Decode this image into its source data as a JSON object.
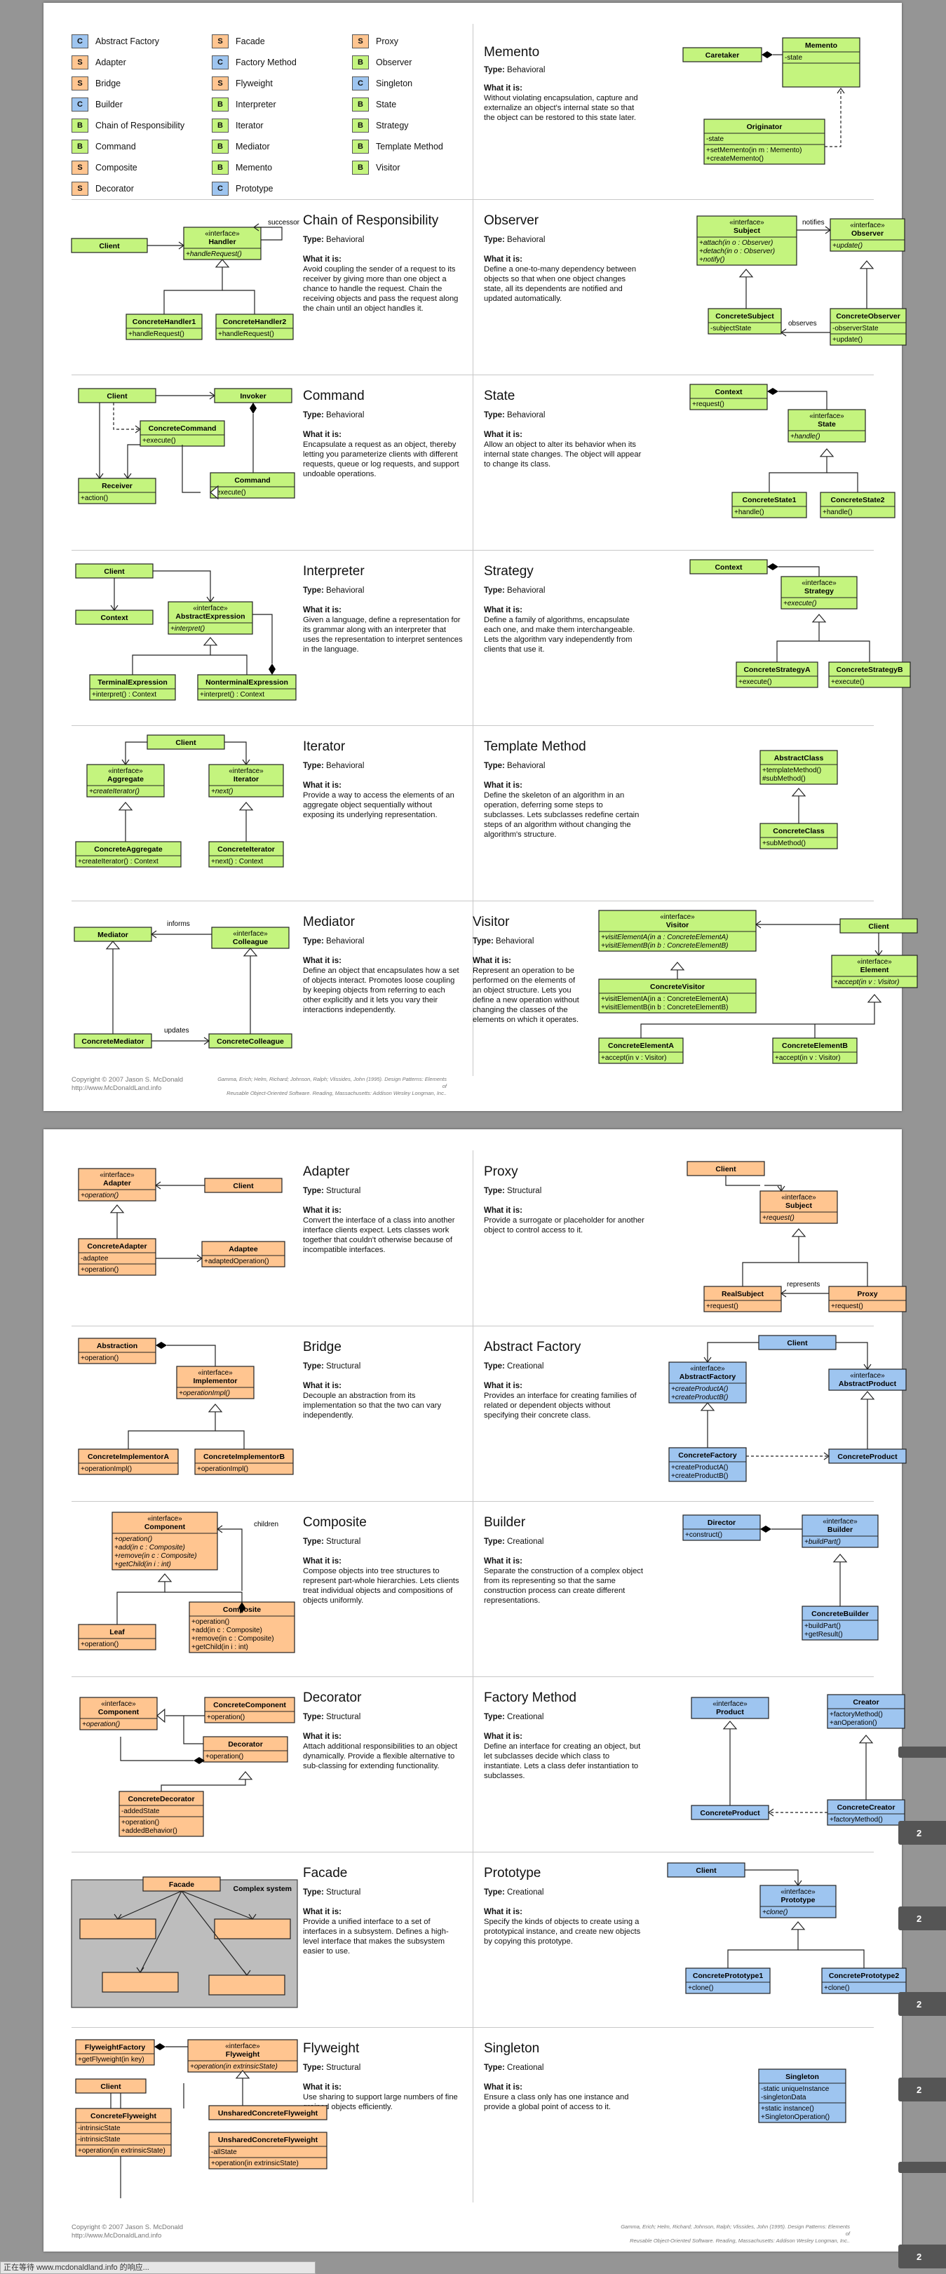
{
  "colors": {
    "creational": "#9ec5f0",
    "structural": "#ffc590",
    "behavioral": "#c4f47e"
  },
  "legend": [
    {
      "badge": "C",
      "label": "Abstract Factory"
    },
    {
      "badge": "S",
      "label": "Adapter"
    },
    {
      "badge": "S",
      "label": "Bridge"
    },
    {
      "badge": "C",
      "label": "Builder"
    },
    {
      "badge": "B",
      "label": "Chain of Responsibility"
    },
    {
      "badge": "B",
      "label": "Command"
    },
    {
      "badge": "S",
      "label": "Composite"
    },
    {
      "badge": "S",
      "label": "Decorator"
    },
    {
      "badge": "S",
      "label": "Facade"
    },
    {
      "badge": "C",
      "label": "Factory Method"
    },
    {
      "badge": "S",
      "label": "Flyweight"
    },
    {
      "badge": "B",
      "label": "Interpreter"
    },
    {
      "badge": "B",
      "label": "Iterator"
    },
    {
      "badge": "B",
      "label": "Mediator"
    },
    {
      "badge": "B",
      "label": "Memento"
    },
    {
      "badge": "C",
      "label": "Prototype"
    },
    {
      "badge": "S",
      "label": "Proxy"
    },
    {
      "badge": "B",
      "label": "Observer"
    },
    {
      "badge": "C",
      "label": "Singleton"
    },
    {
      "badge": "B",
      "label": "State"
    },
    {
      "badge": "B",
      "label": "Strategy"
    },
    {
      "badge": "B",
      "label": "Template Method"
    },
    {
      "badge": "B",
      "label": "Visitor"
    }
  ],
  "labels": {
    "type_prefix": "Type:",
    "what": "What it is:"
  },
  "patterns": [
    {
      "name": "Memento",
      "type": "Behavioral",
      "desc": "Without violating encapsulation, capture and externalize an object's internal state so that the object can be restored to this state later."
    },
    {
      "name": "Chain of Responsibility",
      "type": "Behavioral",
      "desc": "Avoid coupling the sender of a request to its receiver by giving more than one object a chance to handle the request. Chain the receiving objects and pass the request along the chain until an object handles it."
    },
    {
      "name": "Observer",
      "type": "Behavioral",
      "desc": "Define a one-to-many dependency between objects so that when one object changes state, all its dependents are notified and updated automatically."
    },
    {
      "name": "Command",
      "type": "Behavioral",
      "desc": "Encapsulate a request as an object, thereby letting you parameterize clients with different requests, queue or log requests, and support undoable operations."
    },
    {
      "name": "State",
      "type": "Behavioral",
      "desc": "Allow an object to alter its behavior when its internal state changes. The object will appear to change its class."
    },
    {
      "name": "Interpreter",
      "type": "Behavioral",
      "desc": "Given a language, define a representation for its grammar along with an interpreter that uses the representation to interpret sentences in the language."
    },
    {
      "name": "Strategy",
      "type": "Behavioral",
      "desc": "Define a family of algorithms, encapsulate each one, and make them interchangeable. Lets the algorithm vary independently from clients that use it."
    },
    {
      "name": "Iterator",
      "type": "Behavioral",
      "desc": "Provide a way to access the elements of an aggregate object sequentially without exposing its underlying representation."
    },
    {
      "name": "Template Method",
      "type": "Behavioral",
      "desc": "Define the skeleton of an algorithm in an operation, deferring some steps to subclasses. Lets subclasses redefine certain steps of an algorithm without changing the algorithm's structure."
    },
    {
      "name": "Mediator",
      "type": "Behavioral",
      "desc": "Define an object that encapsulates how a set of objects interact. Promotes loose coupling by keeping objects from referring to each other explicitly and it lets you vary their interactions independently."
    },
    {
      "name": "Visitor",
      "type": "Behavioral",
      "desc": "Represent an operation to be performed on the elements of an object structure. Lets you define a new operation without changing the classes of the elements on which it operates."
    },
    {
      "name": "Adapter",
      "type": "Structural",
      "desc": "Convert the interface of a class into another interface clients expect. Lets classes work together that couldn't otherwise because of incompatible interfaces."
    },
    {
      "name": "Proxy",
      "type": "Structural",
      "desc": "Provide a surrogate or placeholder for another object to control access to it."
    },
    {
      "name": "Bridge",
      "type": "Structural",
      "desc": "Decouple an abstraction from its implementation so that the two can vary independently."
    },
    {
      "name": "Abstract Factory",
      "type": "Creational",
      "desc": "Provides an interface for creating families of related or dependent objects without specifying their concrete class."
    },
    {
      "name": "Composite",
      "type": "Structural",
      "desc": "Compose objects into tree structures to represent part-whole hierarchies. Lets clients treat individual objects and compositions of objects uniformly."
    },
    {
      "name": "Builder",
      "type": "Creational",
      "desc": "Separate the construction of a complex object from its representing so that the same construction process can create different representations."
    },
    {
      "name": "Decorator",
      "type": "Structural",
      "desc": "Attach additional responsibilities to an object dynamically. Provide a flexible alternative to sub-classing for extending functionality."
    },
    {
      "name": "Factory Method",
      "type": "Creational",
      "desc": "Define an interface for creating an object, but let subclasses decide which class to instantiate. Lets a class defer instantiation to subclasses."
    },
    {
      "name": "Facade",
      "type": "Structural",
      "desc": "Provide a unified interface to a set of interfaces in a subsystem. Defines a high-level interface that makes the subsystem easier to use."
    },
    {
      "name": "Prototype",
      "type": "Creational",
      "desc": "Specify the kinds of objects to create using a prototypical instance, and create new objects by copying this prototype."
    },
    {
      "name": "Flyweight",
      "type": "Structural",
      "desc": "Use sharing to support large numbers of fine grained objects efficiently."
    },
    {
      "name": "Singleton",
      "type": "Creational",
      "desc": "Ensure a class only has one instance and provide a global point of access to it."
    }
  ],
  "uml": {
    "interface": "«interface»",
    "Memento": {
      "caretaker": "Caretaker",
      "memento": "Memento",
      "memento_attr": "-state",
      "originator": "Originator",
      "orig_attr": "-state",
      "orig_op1": "+setMemento(in m : Memento)",
      "orig_op2": "+createMemento()"
    },
    "Chain": {
      "client": "Client",
      "handler": "Handler",
      "handler_op": "+handleRequest()",
      "successor": "successor",
      "c1": "ConcreteHandler1",
      "c2": "ConcreteHandler2",
      "cop": "+handleRequest()"
    },
    "Observer": {
      "subject": "Subject",
      "s1": "+attach(in o : Observer)",
      "s2": "+detach(in o : Observer)",
      "s3": "+notify()",
      "notifies": "notifies",
      "observer": "Observer",
      "oop": "+update()",
      "csubject": "ConcreteSubject",
      "cs_attr": "-subjectState",
      "observes": "observes",
      "cobserver": "ConcreteObserver",
      "co_attr": "-observerState",
      "co_op": "+update()"
    },
    "Command": {
      "client": "Client",
      "invoker": "Invoker",
      "ccommand": "ConcreteCommand",
      "cc_op": "+execute()",
      "receiver": "Receiver",
      "r_op": "+action()",
      "command": "Command",
      "c_op": "+execute()"
    },
    "State": {
      "context": "Context",
      "ctx_op": "+request()",
      "state": "State",
      "s_op": "+handle()",
      "c1": "ConcreteState1",
      "c2": "ConcreteState2",
      "cop": "+handle()"
    },
    "Interpreter": {
      "client": "Client",
      "context": "Context",
      "abstract": "AbstractExpression",
      "a_op": "+interpret()",
      "terminal": "TerminalExpression",
      "t_op": "+interpret() : Context",
      "nonterminal": "NonterminalExpression",
      "n_op": "+interpret() : Context"
    },
    "Strategy": {
      "context": "Context",
      "strategy": "Strategy",
      "s_op": "+execute()",
      "a": "ConcreteStrategyA",
      "b": "ConcreteStrategyB",
      "cop": "+execute()"
    },
    "Iterator": {
      "client": "Client",
      "aggregate": "Aggregate",
      "ag_op": "+createIterator()",
      "iterator": "Iterator",
      "it_op": "+next()",
      "cagg": "ConcreteAggregate",
      "cagg_op": "+createIterator() : Context",
      "cit": "ConcreteIterator",
      "cit_op": "+next() : Context"
    },
    "Template": {
      "abstract": "AbstractClass",
      "a1": "+templateMethod()",
      "a2": "#subMethod()",
      "concrete": "ConcreteClass",
      "c_op": "+subMethod()"
    },
    "Mediator": {
      "mediator": "Mediator",
      "informs": "informs",
      "colleague": "Colleague",
      "cmed": "ConcreteMediator",
      "updates": "updates",
      "ccol": "ConcreteColleague"
    },
    "Visitor": {
      "visitor": "Visitor",
      "v1": "+visitElementA(in a : ConcreteElementA)",
      "v2": "+visitElementB(in b : ConcreteElementB)",
      "client": "Client",
      "cvisitor": "ConcreteVisitor",
      "cv1": "+visitElementA(in a : ConcreteElementA)",
      "cv2": "+visitElementB(in b : ConcreteElementB)",
      "element": "Element",
      "e_op": "+accept(in v : Visitor)",
      "ea": "ConcreteElementA",
      "eb": "ConcreteElementB",
      "ea_op": "+accept(in v : Visitor)",
      "eb_op": "+accept(in v : Visitor)"
    },
    "Adapter": {
      "adapter": "Adapter",
      "a_op": "+operation()",
      "client": "Client",
      "cadapter": "ConcreteAdapter",
      "ca_attr": "-adaptee",
      "ca_op": "+operation()",
      "adaptee": "Adaptee",
      "ad_op": "+adaptedOperation()"
    },
    "Proxy": {
      "client": "Client",
      "subject": "Subject",
      "s_op": "+request()",
      "real": "RealSubject",
      "represents": "represents",
      "proxy": "Proxy",
      "op": "+request()"
    },
    "Bridge": {
      "abstraction": "Abstraction",
      "ab_op": "+operation()",
      "implementor": "Implementor",
      "im_op": "+operationImpl()",
      "a": "ConcreteImplementorA",
      "b": "ConcreteImplementorB",
      "cop": "+operationImpl()"
    },
    "AbstractFactory": {
      "client": "Client",
      "af": "AbstractFactory",
      "af1": "+createProductA()",
      "af2": "+createProductB()",
      "ap": "AbstractProduct",
      "cf": "ConcreteFactory",
      "cf1": "+createProductA()",
      "cf2": "+createProductB()",
      "cp": "ConcreteProduct"
    },
    "Composite": {
      "component": "Component",
      "c1": "+operation()",
      "c2": "+add(in c : Composite)",
      "c3": "+remove(in c : Composite)",
      "c4": "+getChild(in i : int)",
      "children": "children",
      "leaf": "Leaf",
      "l_op": "+operation()",
      "composite": "Composite",
      "k1": "+operation()",
      "k2": "+add(in c : Composite)",
      "k3": "+remove(in c : Composite)",
      "k4": "+getChild(in i : int)"
    },
    "Builder": {
      "director": "Director",
      "d_op": "+construct()",
      "builder": "Builder",
      "b_op": "+buildPart()",
      "cb": "ConcreteBuilder",
      "cb1": "+buildPart()",
      "cb2": "+getResult()"
    },
    "Decorator": {
      "component": "Component",
      "c_op": "+operation()",
      "cc": "ConcreteComponent",
      "cc_op": "+operation()",
      "decorator": "Decorator",
      "d_op": "+operation()",
      "cd": "ConcreteDecorator",
      "cd_attr": "-addedState",
      "cd1": "+operation()",
      "cd2": "+addedBehavior()"
    },
    "FactoryMethod": {
      "product": "Product",
      "creator": "Creator",
      "cr1": "+factoryMethod()",
      "cr2": "+anOperation()",
      "cp": "ConcreteProduct",
      "cc": "ConcreteCreator",
      "cc_op": "+factoryMethod()"
    },
    "Facade": {
      "facade": "Facade",
      "subsystem": "Complex system"
    },
    "Prototype": {
      "client": "Client",
      "prototype": "Prototype",
      "p_op": "+clone()",
      "p1": "ConcretePrototype1",
      "p2": "ConcretePrototype2",
      "cop": "+clone()"
    },
    "Flyweight": {
      "factory": "FlyweightFactory",
      "f_op": "+getFlyweight(in key)",
      "flyweight": "Flyweight",
      "fw_op": "+operation(in extrinsicState)",
      "client": "Client",
      "cf": "ConcreteFlyweight",
      "cf_attr": "-intrinsicState",
      "cf_attr2": "-intrinsicState",
      "cf_op": "+operation(in extrinsicState)",
      "uf": "UnsharedConcreteFlyweight",
      "uf2": "UnsharedConcreteFlyweight",
      "uf_attr": "-allState",
      "uf_op": "+operation(in extrinsicState)"
    },
    "Singleton": {
      "singleton": "Singleton",
      "s1": "-static uniqueInstance",
      "s2": "-singletonData",
      "s3": "+static instance()",
      "s4": "+SingletonOperation()"
    }
  },
  "footer": {
    "left1": "Copyright © 2007 Jason S. McDonald",
    "left2": "http://www.McDonaldLand.info",
    "right1": "Gamma, Erich; Helm, Richard; Johnson, Ralph; Vlissides, John (1995). Design Patterns: Elements of",
    "right2": "Reusable Object-Oriented Software. Reading, Massachusetts: Addison Wesley Longman, Inc.."
  },
  "side_tabs": [
    "2",
    "2",
    "2",
    "2",
    "2"
  ],
  "status": "正在等待 www.mcdonaldland.info 的响应..."
}
